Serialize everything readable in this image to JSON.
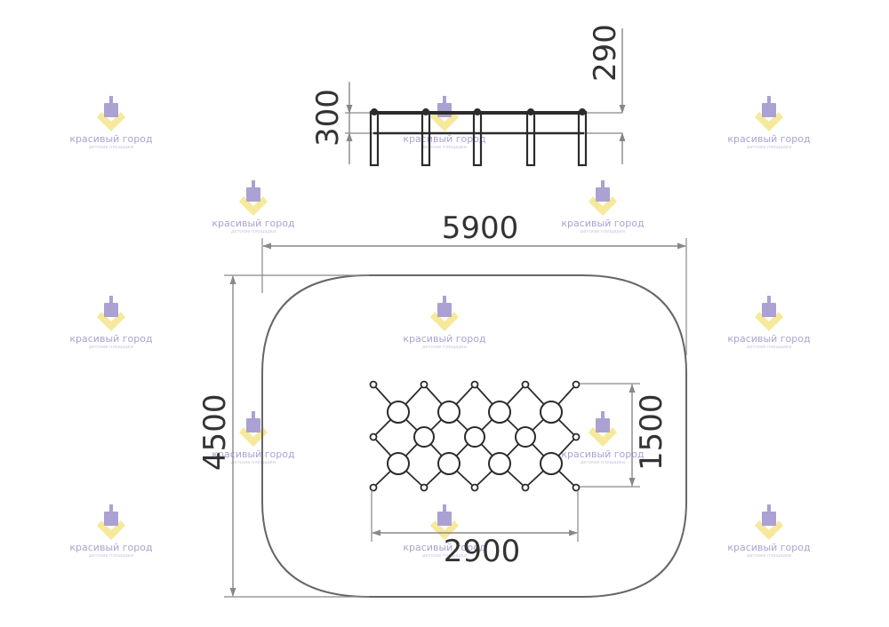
{
  "colors": {
    "outline": "#666666",
    "dimension": "#888888",
    "structure": "#2b2b2b",
    "text": "#333333",
    "watermark_yellow": "#f3e27a",
    "watermark_purple": "#8f82c4"
  },
  "dimensions": {
    "top_height": "290",
    "side_height": "300",
    "overall_width": "5900",
    "overall_depth": "4500",
    "net_height": "1500",
    "net_width": "2900"
  },
  "watermark": {
    "icon": "castle-heart-logo",
    "text": "красивый город",
    "subtext": "детские площадки"
  }
}
